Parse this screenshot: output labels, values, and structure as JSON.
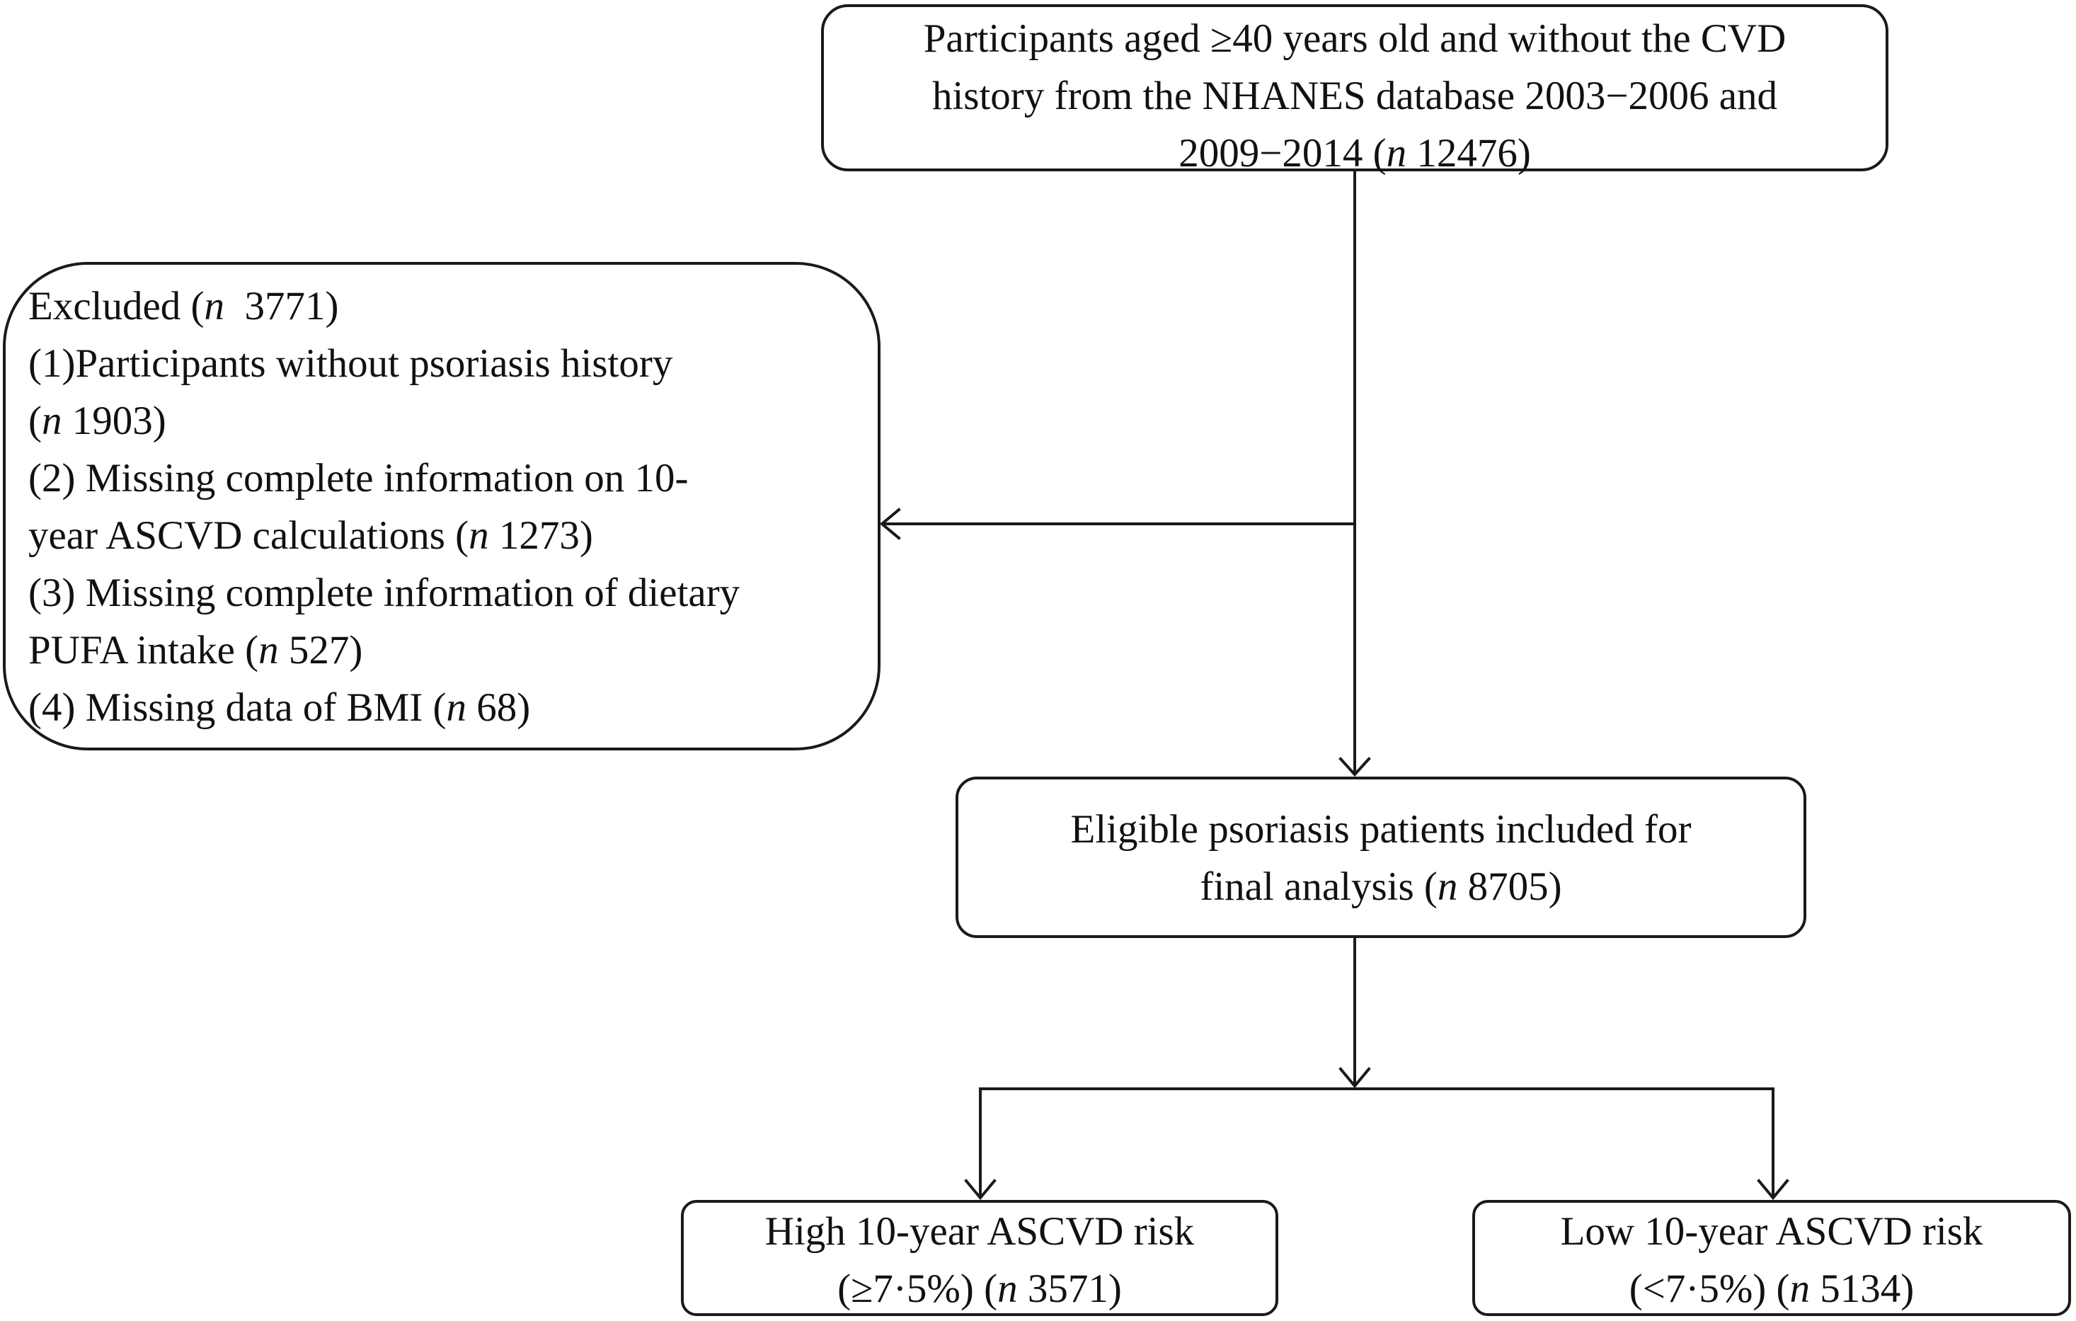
{
  "top_box": {
    "lines": [
      "Participants aged ≥40 years old and without the CVD",
      "history from the NHANES database 2003−2006 and",
      [
        "2009−2014 (",
        "n",
        " 12476)"
      ]
    ]
  },
  "excluded_box": {
    "lines": [
      [
        "Excluded (",
        "n",
        "  3771)"
      ],
      "(1)Participants without psoriasis history",
      [
        "(",
        "n",
        " 1903)"
      ],
      "(2) Missing complete information on 10-",
      [
        "year ASCVD calculations (",
        "n",
        " 1273)"
      ],
      "(3) Missing complete information of dietary",
      [
        "PUFA intake (",
        "n",
        " 527)"
      ],
      [
        "(4) Missing data of BMI (",
        "n",
        " 68)"
      ]
    ]
  },
  "eligible_box": {
    "lines": [
      "Eligible psoriasis patients included for",
      [
        "final analysis (",
        "n",
        " 8705)"
      ]
    ]
  },
  "high_risk_box": {
    "lines": [
      "High 10-year ASCVD risk",
      [
        "(≥7·5%) (",
        "n",
        " 3571)"
      ]
    ]
  },
  "low_risk_box": {
    "lines": [
      "Low 10-year ASCVD risk",
      [
        "(<7·5%) (",
        "n",
        " 5134)"
      ]
    ]
  }
}
